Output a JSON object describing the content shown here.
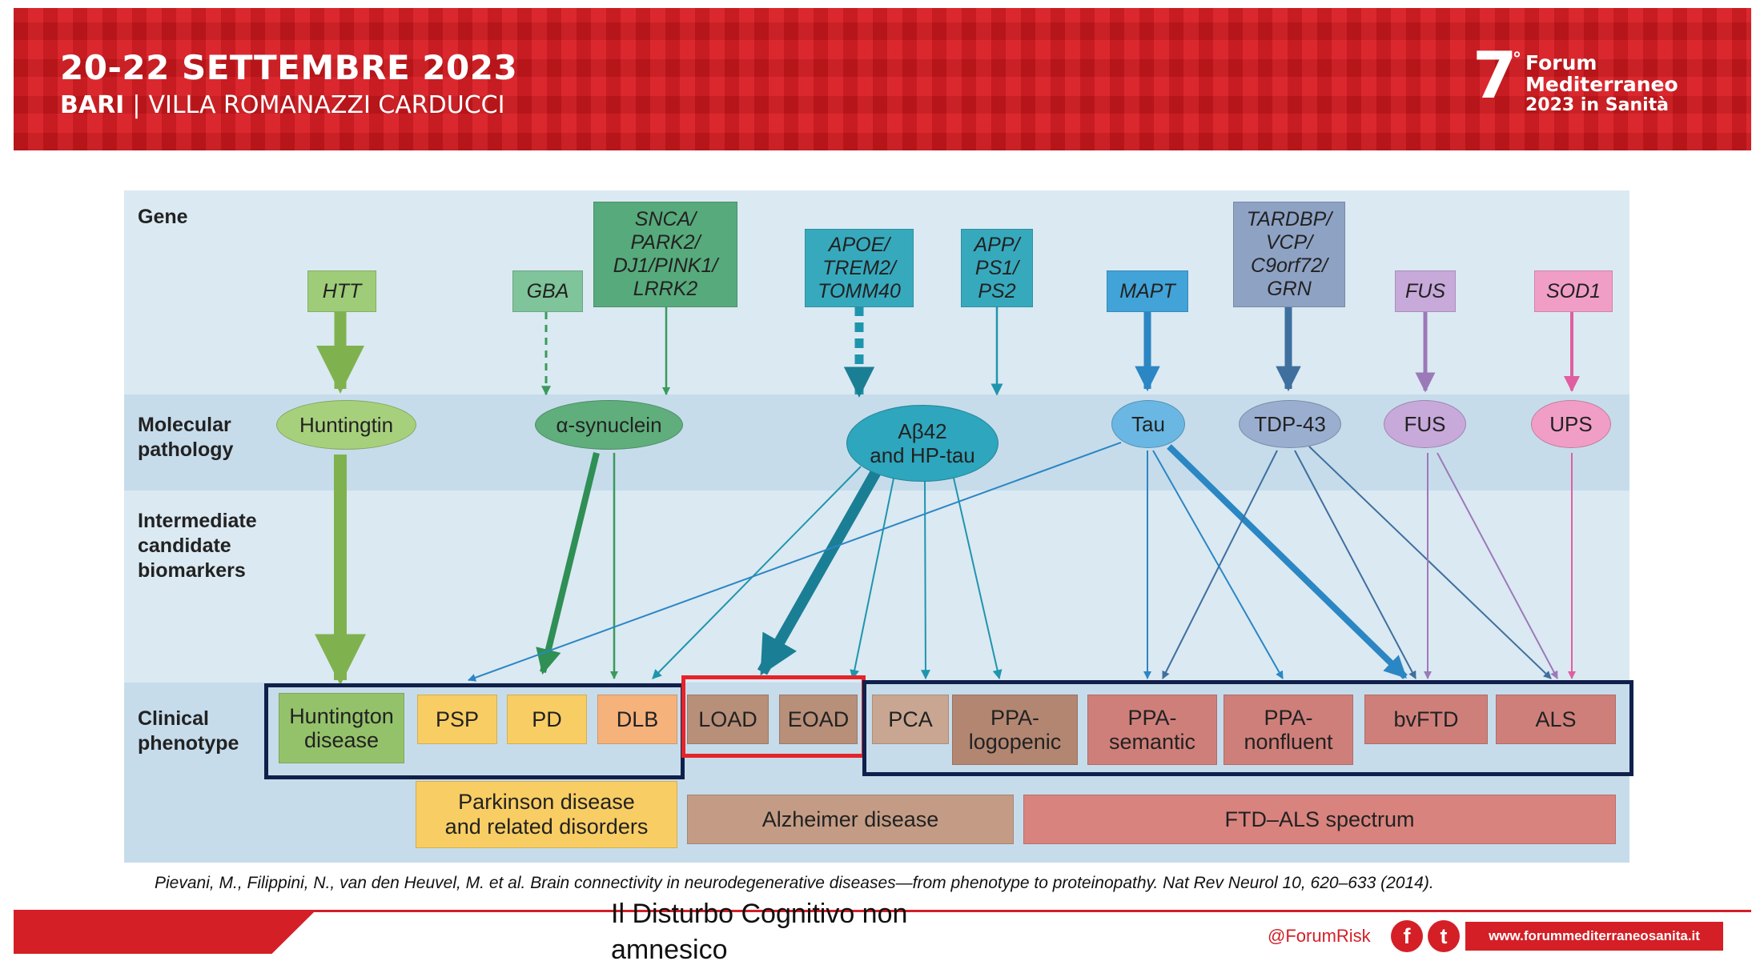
{
  "banner": {
    "date": "20-22 SETTEMBRE 2023",
    "city": "BARI",
    "separator": "|",
    "venue": "VILLA ROMANAZZI CARDUCCI",
    "logo_number": "7",
    "logo_degree": "°",
    "logo_line1": "Forum",
    "logo_line2": "Mediterraneo",
    "logo_line3": "2023 in Sanità"
  },
  "rows": {
    "gene": "Gene",
    "molecular": "Molecular\npathology",
    "intermediate": "Intermediate\ncandidate\nbiomarkers",
    "clinical": "Clinical\nphenotype"
  },
  "genes": {
    "htt": "HTT",
    "gba": "GBA",
    "snca": "SNCA/\nPARK2/\nDJ1/PINK1/\nLRRK2",
    "apoe": "APOE/\nTREM2/\nTOMM40",
    "app": "APP/\nPS1/\nPS2",
    "mapt": "MAPT",
    "tardbp": "TARDBP/\nVCP/\nC9orf72/\nGRN",
    "fus": "FUS",
    "sod1": "SOD1"
  },
  "molecular": {
    "huntingtin": "Huntingtin",
    "synuclein": "α-synuclein",
    "abeta": "Aβ42\nand HP-tau",
    "tau": "Tau",
    "tdp43": "TDP-43",
    "fus": "FUS",
    "ups": "UPS"
  },
  "phenotypes": {
    "huntington": "Huntington\ndisease",
    "psp": "PSP",
    "pd": "PD",
    "dlb": "DLB",
    "load": "LOAD",
    "eoad": "EOAD",
    "pca": "PCA",
    "ppa_logopenic": "PPA-\nlogopenic",
    "ppa_semantic": "PPA-\nsemantic",
    "ppa_nonfluent": "PPA-\nnonfluent",
    "bvftd": "bvFTD",
    "als": "ALS"
  },
  "groups": {
    "parkinson": "Parkinson disease\nand related disorders",
    "alzheimer": "Alzheimer disease",
    "ftd_als": "FTD–ALS spectrum"
  },
  "colors": {
    "huntington_green": "#7fb24e",
    "parkinson_green": "#3a9a5c",
    "alzheimer_teal": "#1f95ad",
    "tau_blue": "#2b86c4",
    "tdp_blue": "#3f6f9e",
    "fus_purple": "#9b7ab8",
    "ups_pink": "#df5fa0",
    "outline_navy": "#10204a",
    "outline_red": "#e5242a",
    "brand_red": "#d41f26"
  },
  "citation": "Pievani, M., Filippini, N., van den Heuvel, M. et al. Brain connectivity in neurodegenerative diseases—from phenotype to proteinopathy. Nat Rev Neurol 10, 620–633 (2014).",
  "footer": {
    "title": "Il Disturbo Cognitivo non\namnesico",
    "handle": "@ForumRisk",
    "facebook": "f",
    "twitter": "t",
    "website": "www.forummediterraneosanita.it"
  }
}
